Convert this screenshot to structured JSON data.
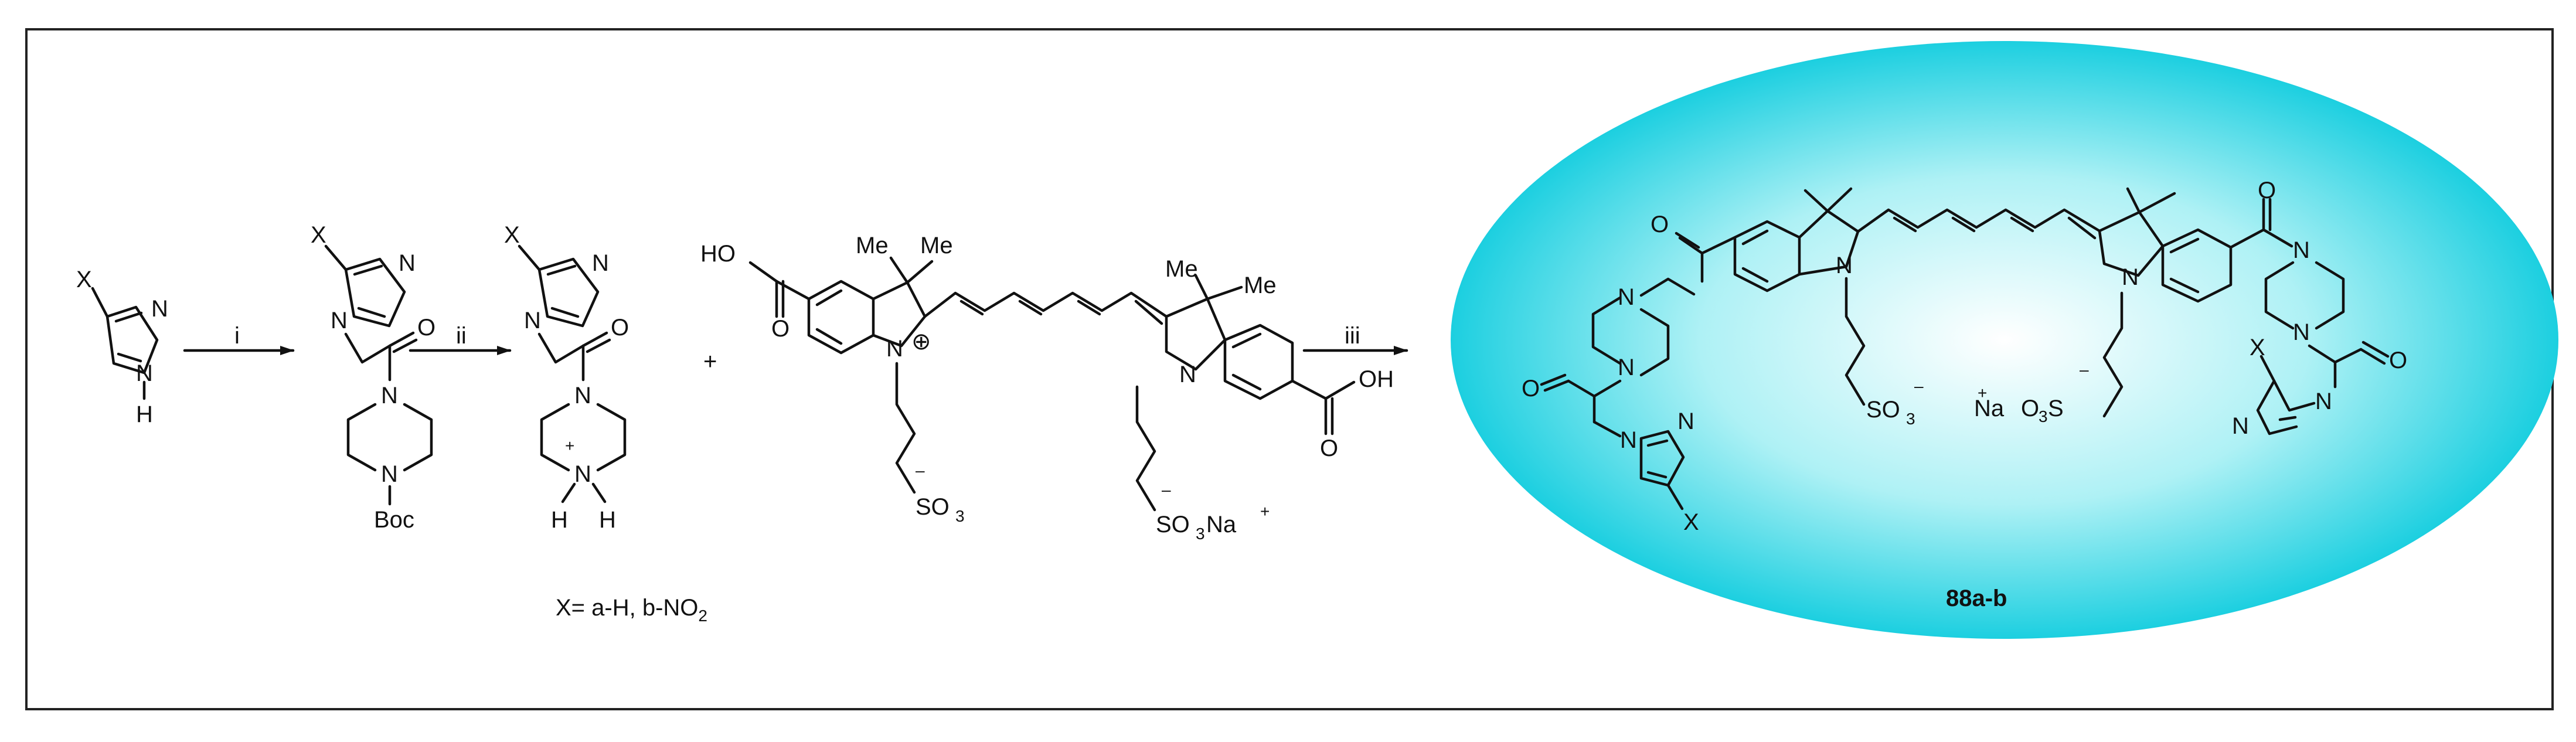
{
  "scheme": {
    "border_color": "#222222",
    "ellipse_colors": {
      "center": "#ffffff",
      "mid": "#aef1f5",
      "edge": "#1ccfe0"
    },
    "steps": [
      {
        "id": "i",
        "label": "i"
      },
      {
        "id": "ii",
        "label": "ii"
      },
      {
        "id": "iii",
        "label": "iii"
      }
    ],
    "plus_sign": "+",
    "substituent_note": {
      "prefix": "X= a-H, b-NO",
      "subscript": "2"
    },
    "product_label": "88a-b",
    "atoms": {
      "X": "X",
      "N": "N",
      "H": "H",
      "O": "O",
      "Boc": "Boc",
      "Me": "Me",
      "HO": "HO",
      "OH": "OH",
      "S": "S",
      "SO": "SO",
      "O3": "O",
      "three": "3",
      "Na": "Na",
      "plus": "+",
      "minus": "–",
      "oplus": "⊕"
    }
  }
}
